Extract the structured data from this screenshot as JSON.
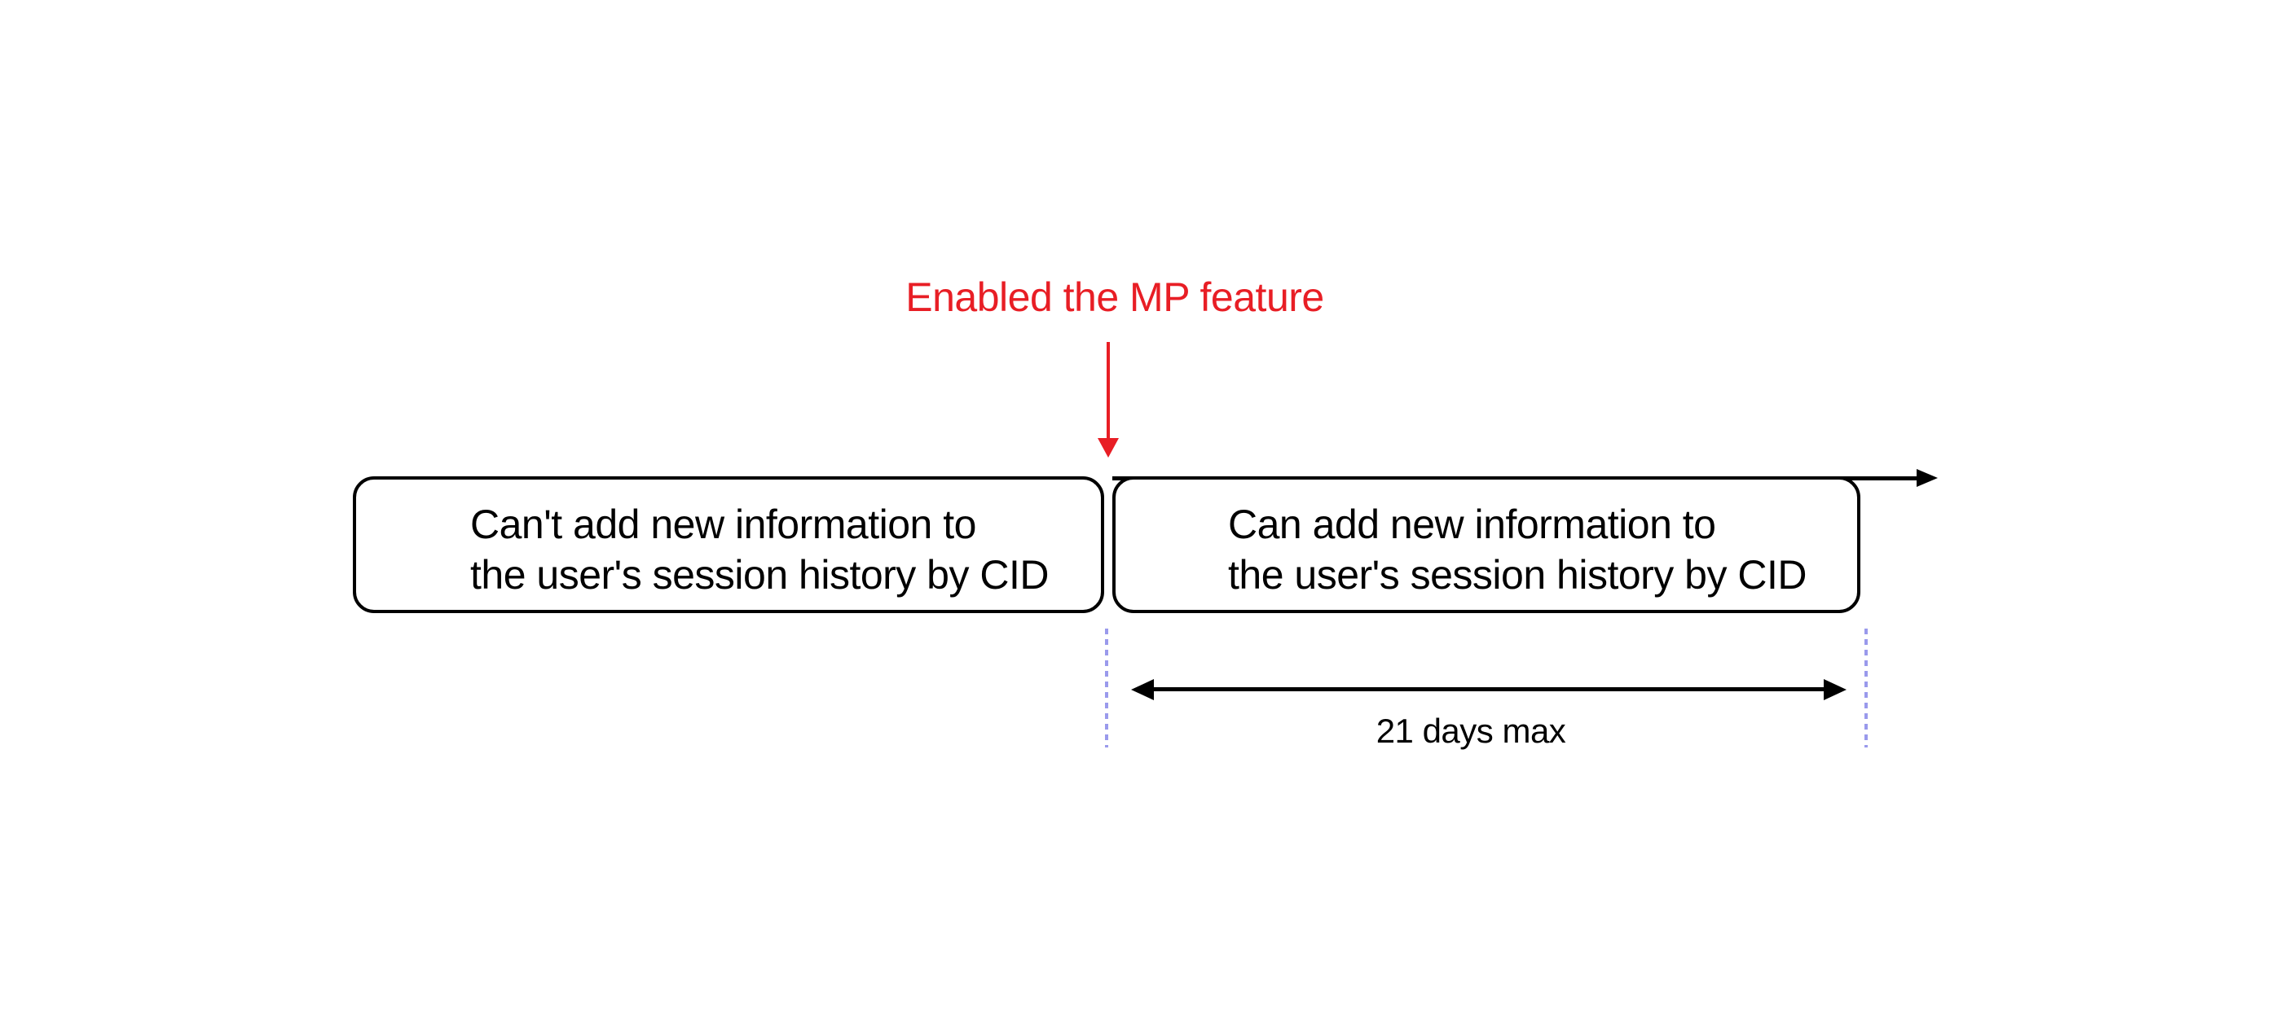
{
  "colors": {
    "accent-red": "#e81e25",
    "dash-blue": "#9a9aec",
    "line-black": "#000000",
    "box-border": "#000000",
    "background": "#ffffff"
  },
  "annotation": {
    "label": "Enabled the MP feature"
  },
  "timeline": {
    "left_box": {
      "line1": "Can't add new information to",
      "line2": "the user's session history by CID"
    },
    "right_box": {
      "line1": "Can add new information to",
      "line2": "the user's session history by CID"
    }
  },
  "duration": {
    "label": "21 days max"
  }
}
